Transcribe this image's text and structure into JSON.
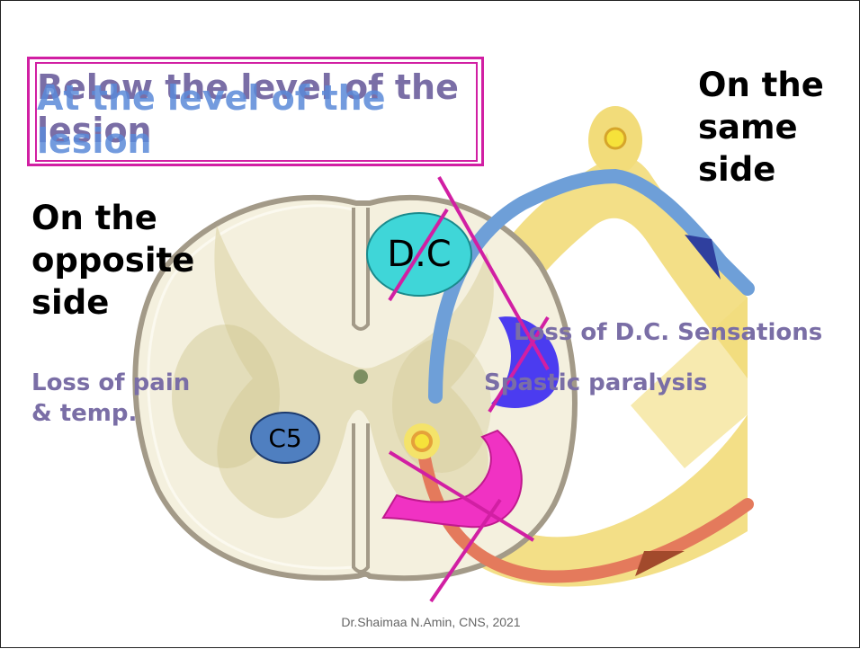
{
  "title_back": "Below the level of the",
  "title_back_line2": "lesion",
  "title_front": "At the level of the",
  "title_front_line2": "lesion",
  "label_same_side": [
    "On the",
    "same",
    "side"
  ],
  "label_opposite_side": [
    "On the",
    "opposite",
    "side"
  ],
  "loss_dc": "Loss of D.C. Sensations",
  "spastic": "Spastic paralysis",
  "loss_pain": [
    "Loss of pain",
    "& temp."
  ],
  "dc_tract": "D.C",
  "c5": "C5",
  "footer": "Dr.Shaimaa N.Amin, CNS, 2021",
  "colors": {
    "magenta": "#d11fa3",
    "title_purple": "#7a6ea6",
    "dc_cyan": "#3fd6d8",
    "c5_blue": "#4f7fc0",
    "blue_shape": "#4b3cf0",
    "pink_arc": "#f032c3",
    "nerve_yellow": "#f2dc7a",
    "axon_blue": "#6e9fd8",
    "axon_red": "#e47a5c"
  }
}
